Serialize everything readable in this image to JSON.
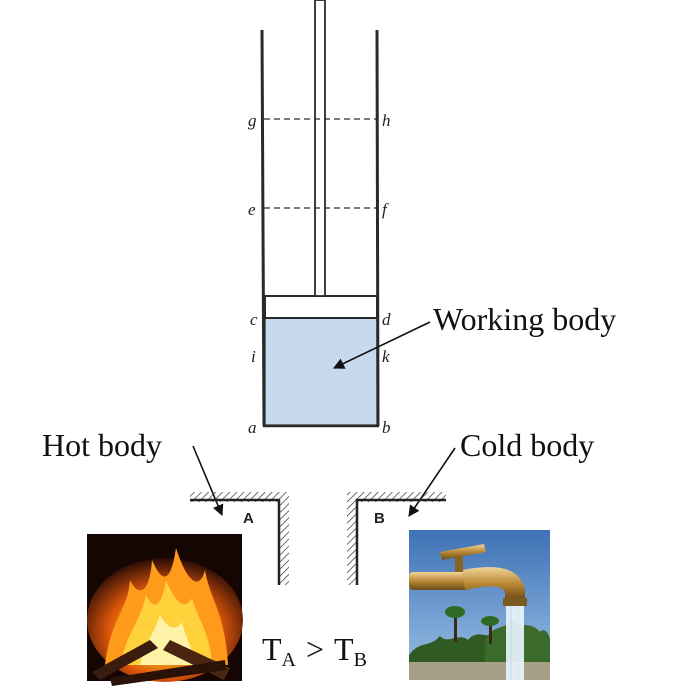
{
  "labels": {
    "working_body": "Working body",
    "hot_body": "Hot body",
    "cold_body": "Cold body",
    "reservoir_a": "A",
    "reservoir_b": "B",
    "temp_left": "T",
    "temp_left_sub": "A",
    "temp_op": ">",
    "temp_right": "T",
    "temp_right_sub": "B"
  },
  "points": {
    "a": "a",
    "b": "b",
    "c": "c",
    "d": "d",
    "e": "e",
    "f": "f",
    "g": "g",
    "h": "h",
    "i": "i",
    "k": "k"
  },
  "colors": {
    "working_body_fill": "#c7d9ee",
    "line": "#2a2a2a",
    "background": "#ffffff"
  },
  "icons": {
    "hot_body_photo": "fire-icon",
    "cold_body_photo": "water-tap-icon"
  }
}
